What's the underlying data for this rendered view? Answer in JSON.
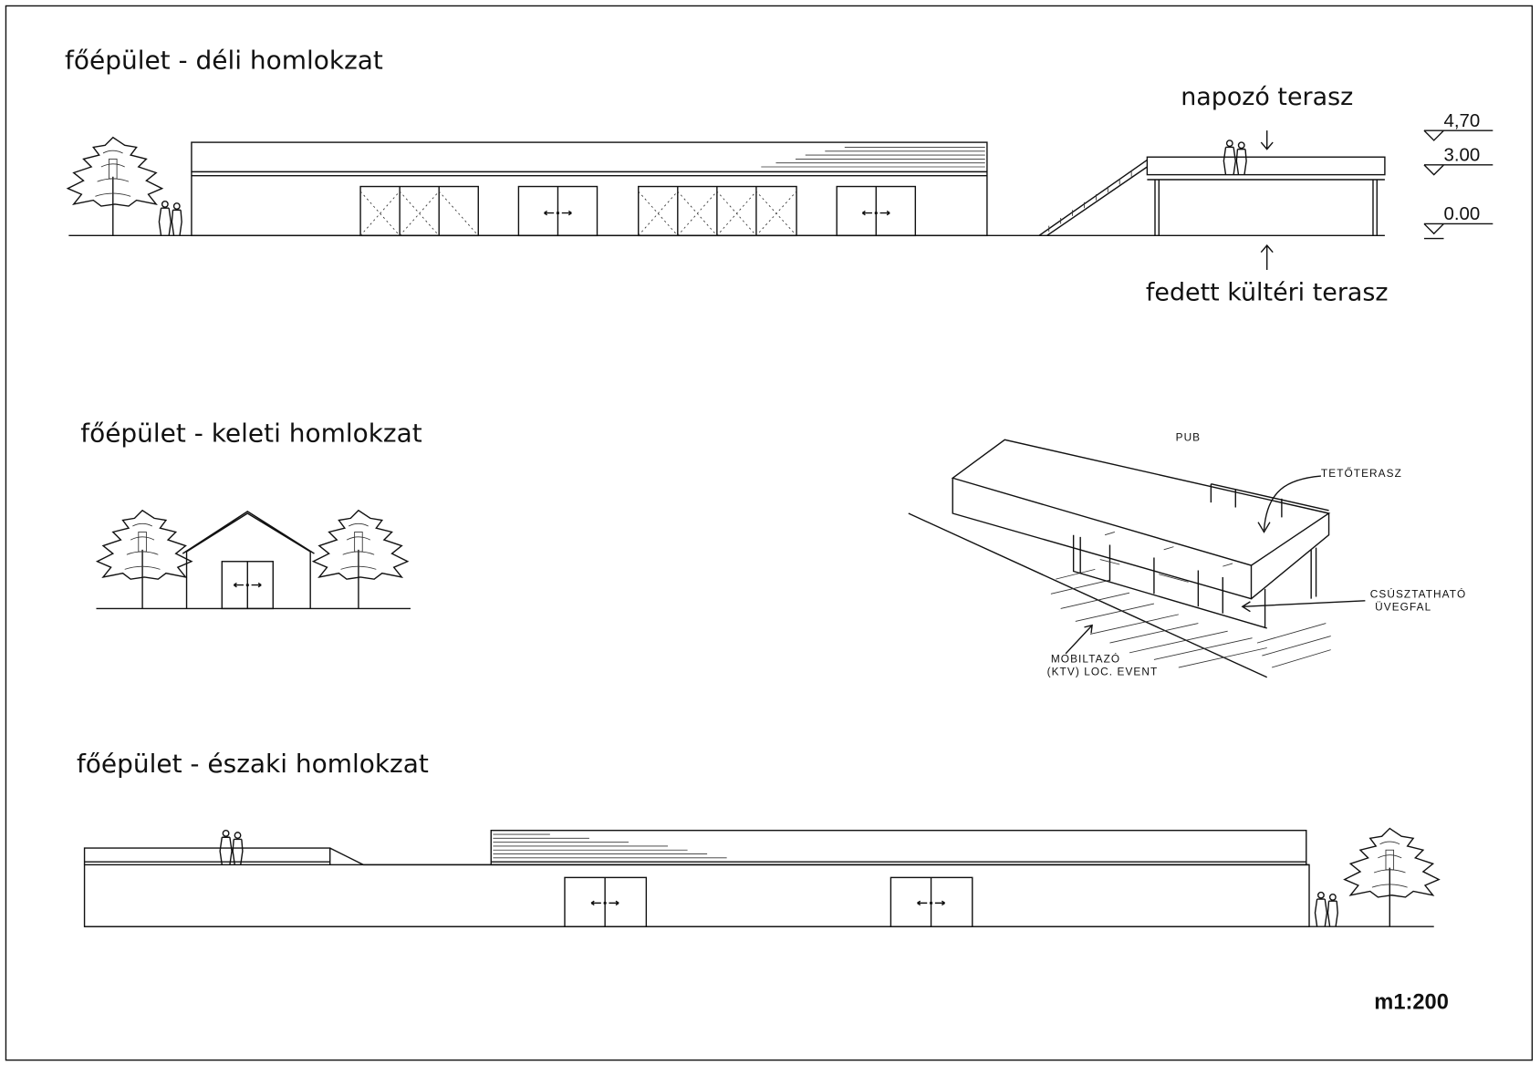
{
  "south": {
    "title": "főépület - déli homlokzat",
    "label_top": "napozó terasz",
    "label_bottom": "fedett kültéri terasz",
    "levels": [
      "4,70",
      "3.00",
      "0.00"
    ]
  },
  "east": {
    "title": "főépület - keleti homlokzat"
  },
  "sketch": {
    "title": "PUB",
    "roof_terrace": "TETŐTERASZ",
    "glass_wall_1": "CSÚSZTATHATÓ",
    "glass_wall_2": "ÜVEGFAL",
    "mobile_1": "MOBILTAZÓ",
    "mobile_2": "(KTV) LOC. EVENT"
  },
  "north": {
    "title": "főépület - északi homlokzat"
  },
  "scale": "m1:200"
}
